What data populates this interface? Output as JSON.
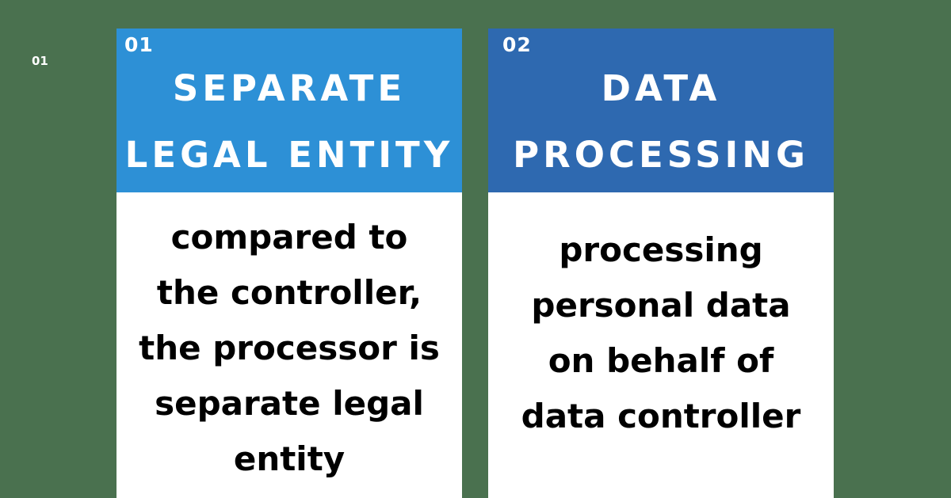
{
  "corner_label": "01",
  "colors": {
    "background": "#4a714f",
    "card1_header": "#2d90d6",
    "card2_header": "#2e69b0",
    "body": "#ffffff",
    "body_text": "#000000"
  },
  "cards": [
    {
      "number": "01",
      "title_line1": "SEPARATE",
      "title_line2": "LEGAL ENTITY",
      "description": "compared to the controller, the processor is separate legal entity"
    },
    {
      "number": "02",
      "title_line1": "DATA",
      "title_line2": "PROCESSING",
      "description": "processing personal data on behalf of data controller"
    }
  ]
}
